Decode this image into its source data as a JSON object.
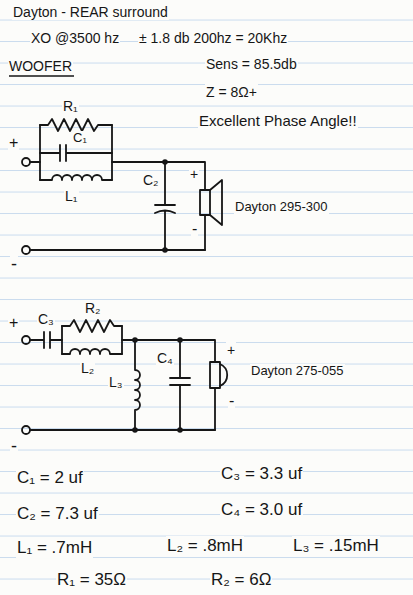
{
  "diagram": {
    "title": "Dayton - REAR surround",
    "labels": [
      "XO @3500 hz",
      "± 1.8 db 200hz = 20Khz",
      "WOOFER",
      "Sens = 85.5db",
      "Z = 8Ω+",
      "Excellent Phase Angle!!",
      "+",
      "R₁",
      "C₁",
      "L₁",
      "C₂",
      "+",
      "-",
      "Dayton 295-300",
      "-",
      "+",
      "C₃",
      "R₂",
      "L₂",
      "L₃",
      "C₄",
      "+",
      "-",
      "Dayton 275-055",
      "-",
      "C₁ = 2 uf",
      "C₃ = 3.3 uf",
      "C₂ = 7.3 uf",
      "C₄ = 3.0 uf",
      "L₁ = .7mH",
      "L₂ = .8mH",
      "L₃ = .15mH",
      "R₁ = 35Ω",
      "R₂ = 6Ω"
    ]
  }
}
